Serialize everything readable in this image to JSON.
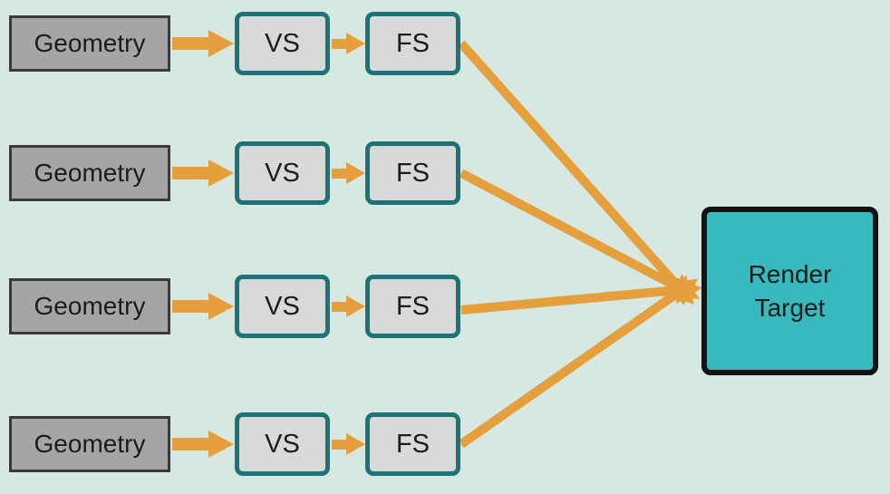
{
  "diagram": {
    "rows": [
      {
        "geometry": "Geometry",
        "vs": "VS",
        "fs": "FS"
      },
      {
        "geometry": "Geometry",
        "vs": "VS",
        "fs": "FS"
      },
      {
        "geometry": "Geometry",
        "vs": "VS",
        "fs": "FS"
      },
      {
        "geometry": "Geometry",
        "vs": "VS",
        "fs": "FS"
      }
    ],
    "render_target_label": "Render Target"
  },
  "colors": {
    "background": "#d6e8e1",
    "geometry_fill": "#a5a5a5",
    "geometry_border": "#3a3a3a",
    "shader_fill": "#d8d9d8",
    "shader_border": "#1d7376",
    "arrow": "#e59f3c",
    "render_fill": "#38b9bd",
    "render_border": "#121212",
    "text": "#1c1c1c"
  }
}
